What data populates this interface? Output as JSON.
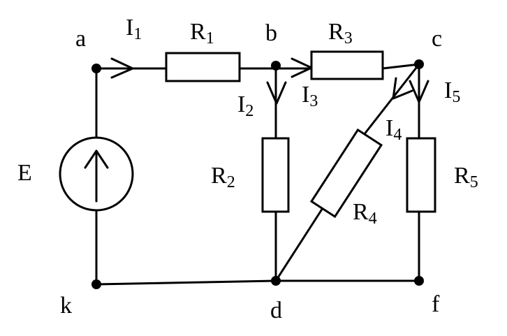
{
  "nodes": {
    "a": "a",
    "b": "b",
    "c": "c",
    "d": "d",
    "f": "f",
    "k": "k"
  },
  "source": {
    "label": "E"
  },
  "resistors": [
    {
      "base": "R",
      "sub": "1"
    },
    {
      "base": "R",
      "sub": "2"
    },
    {
      "base": "R",
      "sub": "3"
    },
    {
      "base": "R",
      "sub": "4"
    },
    {
      "base": "R",
      "sub": "5"
    }
  ],
  "currents": [
    {
      "base": "I",
      "sub": "1"
    },
    {
      "base": "I",
      "sub": "2"
    },
    {
      "base": "I",
      "sub": "3"
    },
    {
      "base": "I",
      "sub": "4"
    },
    {
      "base": "I",
      "sub": "5"
    }
  ]
}
